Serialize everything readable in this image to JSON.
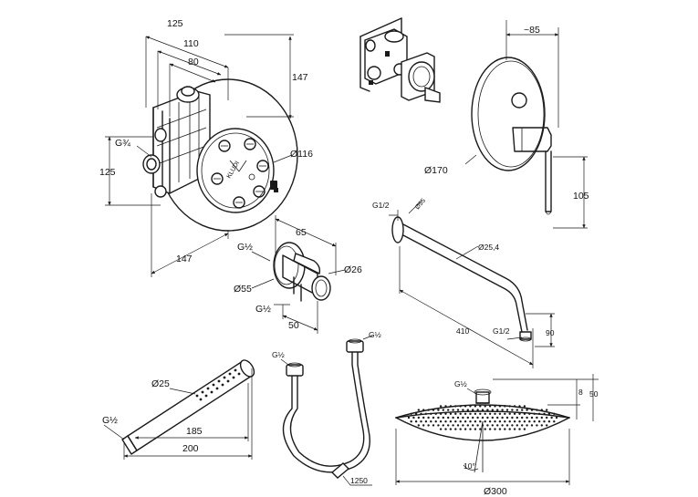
{
  "valve_box": {
    "dim_width_outer": "125",
    "dim_width_mid": "110",
    "dim_width_inner": "80",
    "dim_height_plate": "147",
    "dim_height_body": "125",
    "dim_plate_width": "147",
    "thread": "G¾",
    "cover_diameter": "Ø116",
    "brand_mark": "KLUDI"
  },
  "mixer_trim": {
    "dim_depth": "~85",
    "rosette_diameter": "Ø170",
    "dim_height": "105"
  },
  "wall_elbow": {
    "dim_length": "65",
    "inlet_thread": "G½",
    "rosette_diameter": "Ø55",
    "outlet_diameter": "Ø26",
    "outlet_thread": "G½",
    "dim_offset": "50"
  },
  "shower_arm": {
    "inlet_thread": "G1/2",
    "rosette_diameter": "Ø55",
    "tube_diameter": "Ø25,4",
    "dim_length": "410",
    "outlet_thread": "G1/2",
    "dim_drop": "90"
  },
  "hand_shower": {
    "diameter": "Ø25",
    "thread": "G½",
    "dim_length_body": "185",
    "dim_length_total": "200"
  },
  "hose": {
    "thread_left": "G½",
    "thread_right": "G½",
    "dim_length": "1250"
  },
  "rain_shower": {
    "thread": "G½",
    "dim_rim": "8",
    "dim_height": "50",
    "angle": "10°",
    "diameter": "300"
  }
}
